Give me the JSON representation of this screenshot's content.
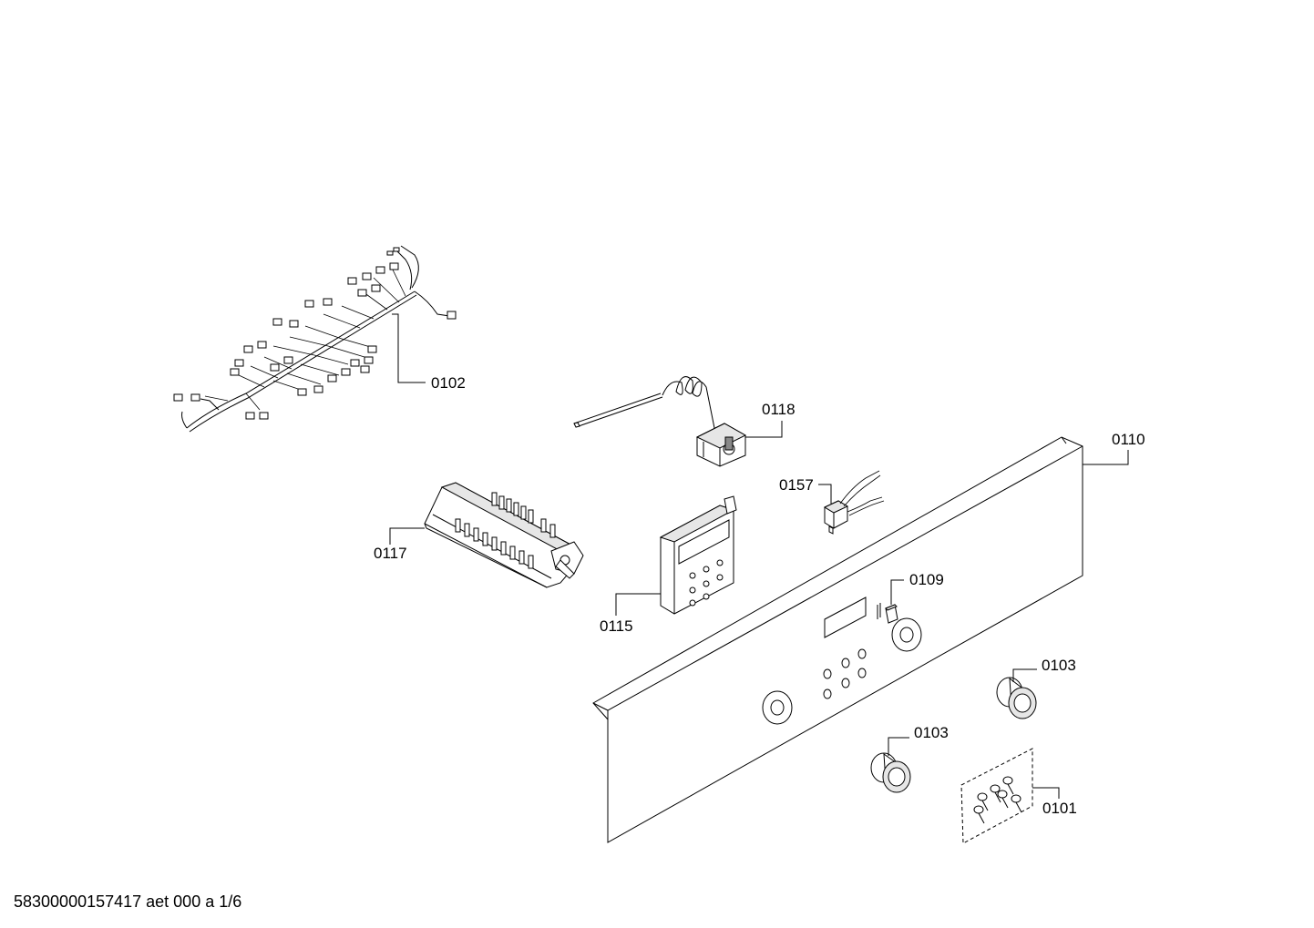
{
  "labels": {
    "p0102": "0102",
    "p0118": "0118",
    "p0110": "0110",
    "p0157": "0157",
    "p0117": "0117",
    "p0109": "0109",
    "p0115": "0115",
    "p0103a": "0103",
    "p0103b": "0103",
    "p0101": "0101"
  },
  "footer": "58300000157417 aet 000 a 1/6"
}
